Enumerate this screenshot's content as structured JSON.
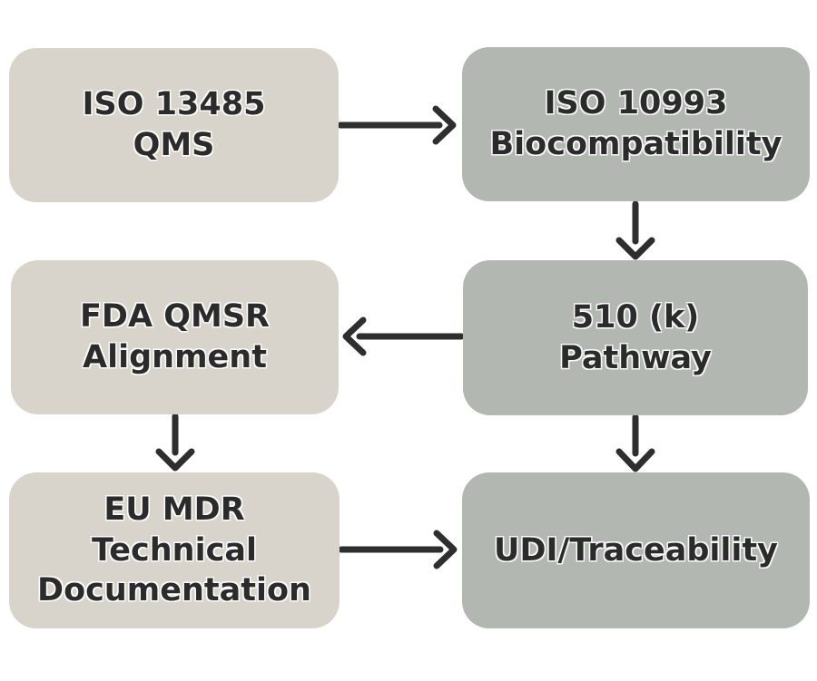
{
  "background": "#ffffff",
  "colors": {
    "background": "#ffffff",
    "beige_node": "#d8d4cb",
    "gray_node": "#b2b7b2",
    "arrow": "#2e2e2e",
    "text": "#2b2b2b"
  },
  "diagram": {
    "type": "flowchart",
    "nodes": [
      {
        "id": "iso-13485-qms",
        "fill": "beige",
        "lines": [
          "ISO 13485",
          "QMS"
        ]
      },
      {
        "id": "iso-10993-biocompatibility",
        "fill": "gray",
        "lines": [
          "ISO 10993",
          "Biocompatibility"
        ]
      },
      {
        "id": "fda-qmsr-alignment",
        "fill": "beige",
        "lines": [
          "FDA QMSR",
          "Alignment"
        ]
      },
      {
        "id": "510k-pathway",
        "fill": "gray",
        "lines": [
          "510 (k)",
          "Pathway"
        ]
      },
      {
        "id": "eu-mdr-technical-documentation",
        "fill": "beige",
        "lines": [
          "EU MDR",
          "Technical",
          "Documentation"
        ]
      },
      {
        "id": "udi-traceability",
        "fill": "gray",
        "lines": [
          "UDI/Traceability"
        ]
      }
    ],
    "edges": [
      {
        "from": "iso-13485-qms",
        "to": "iso-10993-biocompatibility",
        "direction": "right"
      },
      {
        "from": "iso-10993-biocompatibility",
        "to": "510k-pathway",
        "direction": "down"
      },
      {
        "from": "510k-pathway",
        "to": "fda-qmsr-alignment",
        "direction": "left"
      },
      {
        "from": "fda-qmsr-alignment",
        "to": "eu-mdr-technical-documentation",
        "direction": "down"
      },
      {
        "from": "eu-mdr-technical-documentation",
        "to": "udi-traceability",
        "direction": "right"
      },
      {
        "from": "510k-pathway",
        "to": "udi-traceability",
        "direction": "down"
      }
    ]
  }
}
